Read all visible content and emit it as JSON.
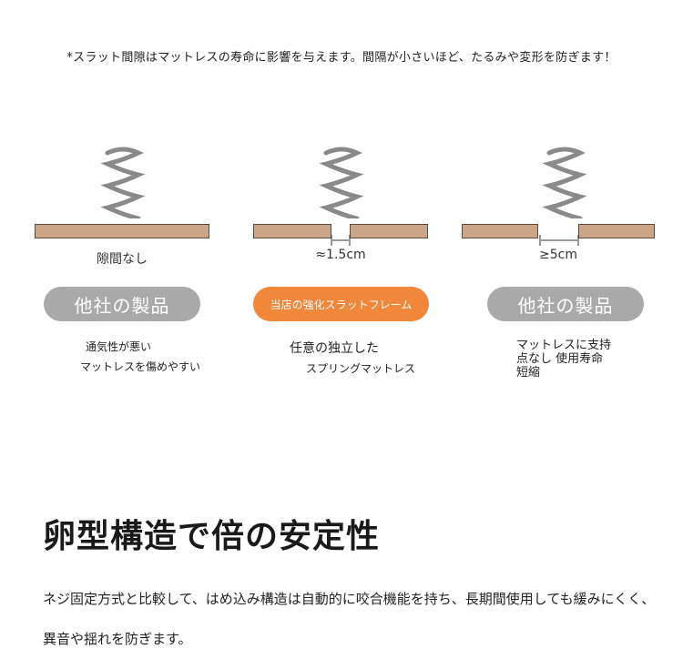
{
  "note": "*スラット間隙はマットレスの寿命に影響を与えます。間隔が小さいほど、たるみや変形を防ぎます！",
  "columns": [
    {
      "gap_label": "隙間なし",
      "badge": "他社の製品",
      "desc_lines": [
        "通気性が悪い",
        "マットレスを傷めやすい"
      ]
    },
    {
      "gap_label": "≈1.5cm",
      "badge": "当店の強化スラットフレーム",
      "desc_lines": [
        "任意の独立した",
        "スプリングマットレス"
      ]
    },
    {
      "gap_label": "≥5cm",
      "badge": "他社の製品",
      "desc_lines": [
        "マットレスに支持",
        "点なし 使用寿命",
        "短縮"
      ]
    }
  ],
  "heading": "卵型構造で倍の安定性",
  "body": "ネジ固定方式と比較して、はめ込み構造は自動的に咬合機能を持ち、長期間使用しても緩みにくく、異音や揺れを防ぎます。",
  "colors": {
    "slat": "#caa587",
    "badge_gray": "#a9a9a9",
    "badge_orange": "#f0873a",
    "spring": "#8a8a8a"
  },
  "icons": [
    "coil-spring-icon",
    "wood-slat-icon",
    "gap-arrow-icon"
  ]
}
